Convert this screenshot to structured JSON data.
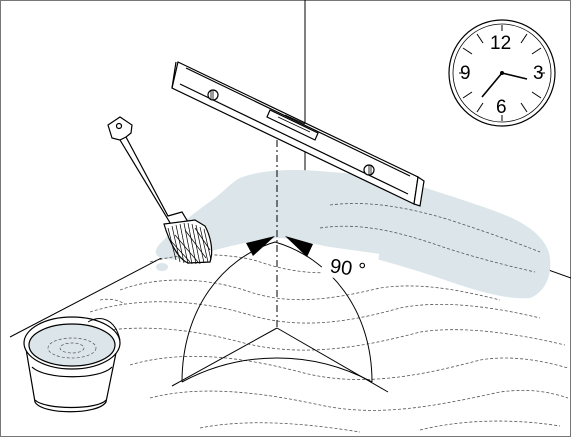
{
  "clock": {
    "label_12": "12",
    "label_3": "3",
    "label_6": "6",
    "label_9": "9"
  },
  "angle": {
    "label": "90 °"
  },
  "colors": {
    "water": "#dce6ea",
    "line": "#000000",
    "background": "#ffffff"
  },
  "icons": [
    "clock-icon",
    "spirit-level-icon",
    "brush-icon",
    "bucket-icon",
    "right-angle-marker"
  ]
}
